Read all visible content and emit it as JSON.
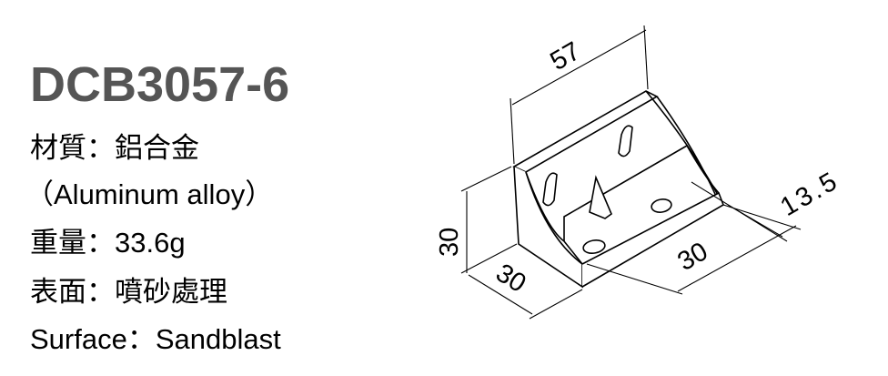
{
  "product": {
    "model": "DCB3057-6",
    "specs": [
      "材質：鋁合金",
      "（Aluminum alloy）",
      "重量：33.6g",
      "表面：噴砂處理",
      "Surface：Sandblast"
    ]
  },
  "drawing": {
    "dimensions": {
      "length": "57",
      "height": "30",
      "depth": "30",
      "base": "30",
      "hole_offset": "13.5"
    }
  }
}
